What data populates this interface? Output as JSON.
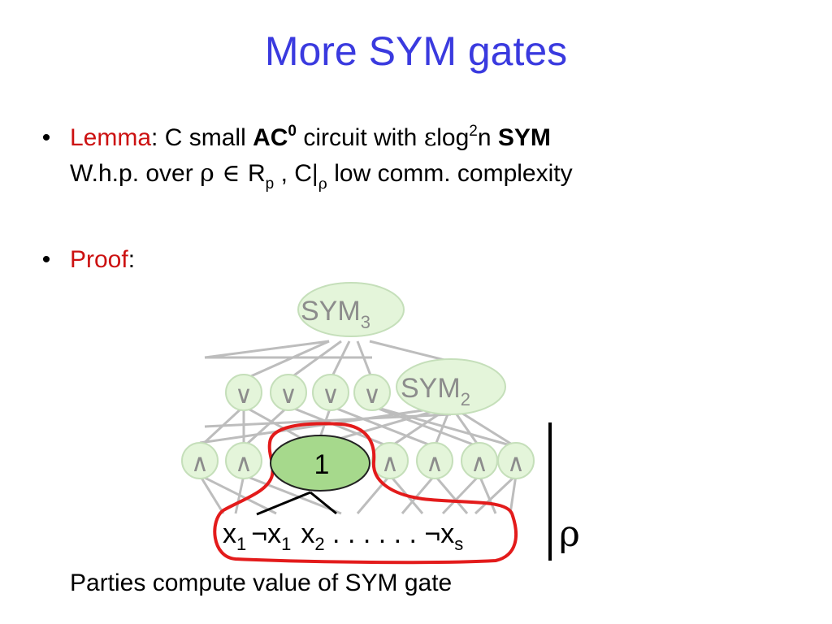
{
  "title": "More SYM gates",
  "bullets": [
    {
      "bullet": "•",
      "label": "Lemma",
      "colon": ":",
      "line1": {
        "t1": " C small ",
        "ac": "AC",
        "ac_sup": "0",
        "t2": " circuit with ",
        "eps": "ε",
        "log": "log",
        "log_sup": "2",
        "t3": "n ",
        "sym": "SYM"
      },
      "line2": {
        "t1": "W.h.p. over ",
        "rho": "ρ",
        "in": " ∈ ",
        "r": "R",
        "r_sub": "p",
        "t2": " , C|",
        "rho_sub": "ρ",
        "t3": " low comm. complexity"
      }
    },
    {
      "bullet": "•",
      "label": "Proof",
      "colon": ":"
    }
  ],
  "diagram": {
    "sym3": {
      "base": "SYM",
      "sub": "3"
    },
    "sym2": {
      "base": "SYM",
      "sub": "2"
    },
    "or_symbol": "∨",
    "and_symbol": "∧",
    "fixed_value": "1",
    "rho": "ρ",
    "inputs": [
      {
        "base": "x",
        "sub": "1"
      },
      {
        "base": "¬x",
        "sub": "1"
      },
      {
        "base": "x",
        "sub": "2"
      },
      {
        "base": " . . . . . . ¬x",
        "sub": "s"
      }
    ],
    "colors": {
      "gate_fill": "#e4f5da",
      "gate_stroke": "#c5dfba",
      "gate_text": "#8c8c8c",
      "wire": "#bdbdbd",
      "fixed_fill": "#a6d98c",
      "highlight": "#e31b1b"
    }
  },
  "footer": "Parties compute value of SYM gate"
}
